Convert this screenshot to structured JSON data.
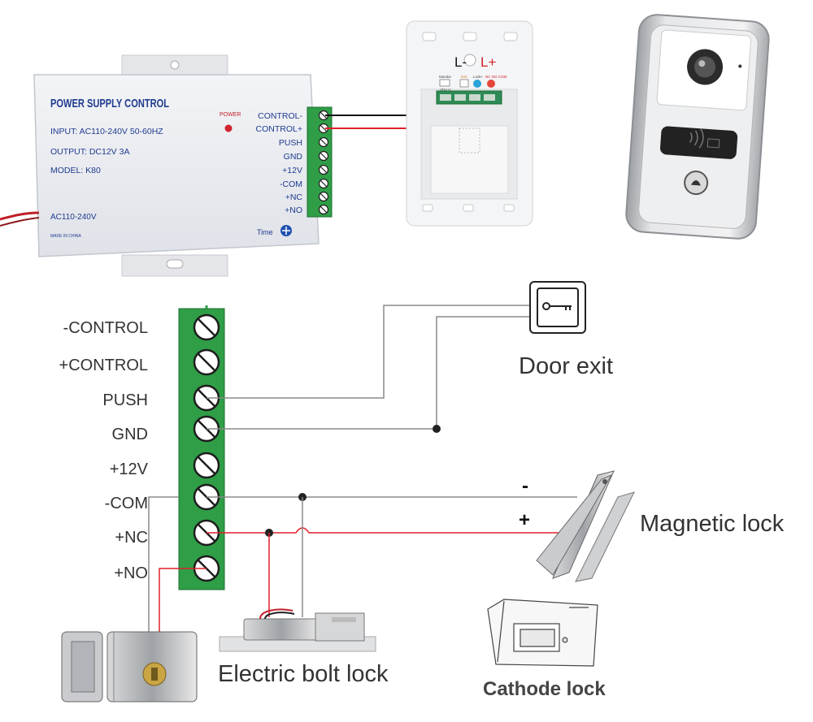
{
  "psu": {
    "title": "POWER SUPPLY CONTROL",
    "input": "INPUT: AC110-240V  50-60HZ",
    "output": "OUTPUT: DC12V  3A",
    "model": "MODEL: K80",
    "power_led": "POWER",
    "ac_label": "AC110-240V",
    "made_in": "MADE IN CHINA",
    "time": "Time",
    "terminals": [
      "CONTROL-",
      "CONTROL+",
      "PUSH",
      "GND",
      "+12V",
      "-COM",
      "+NC",
      "+NO"
    ]
  },
  "monitor": {
    "l_minus": "L-",
    "l_plus": "L+",
    "port_labels": [
      "Monitor",
      "Exit",
      "Lock+",
      "NC NO COM"
    ],
    "port_sub": "VDA V"
  },
  "diagram": {
    "terminals": [
      "-CONTROL",
      "+CONTROL",
      "PUSH",
      "GND",
      "+12V",
      "-COM",
      "+NC",
      "+NO"
    ],
    "door_exit": "Door exit",
    "magnetic_lock": "Magnetic lock",
    "minus_sign": "-",
    "plus_sign": "+",
    "bolt_lock": "Electric bolt lock",
    "cathode_lock": "Cathode lock"
  },
  "colors": {
    "terminal_green": "#2f9e47",
    "wire_red": "#e0202a",
    "wire_gray": "#8a8a8a",
    "wire_black": "#111111",
    "psu_body": "#eceef2",
    "psu_text": "#1f3b8f"
  }
}
